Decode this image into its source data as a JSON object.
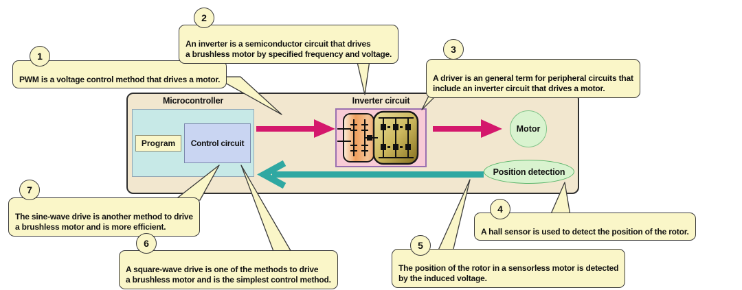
{
  "diagram": {
    "labels": {
      "microcontroller": "Microcontroller",
      "program": "Program",
      "control_circuit": "Control circuit",
      "inverter_circuit": "Inverter circuit",
      "motor": "Motor",
      "position_detection": "Position detection"
    },
    "callouts": [
      {
        "number": "1",
        "text": "PWM is a voltage control method that drives a motor."
      },
      {
        "number": "2",
        "text": "An inverter is a semiconductor circuit that drives\na brushless motor by specified frequency and voltage."
      },
      {
        "number": "3",
        "text": "A driver is an general term for peripheral circuits that\ninclude an inverter circuit that drives a motor."
      },
      {
        "number": "4",
        "text": "A hall sensor is used to detect the position of the rotor."
      },
      {
        "number": "5",
        "text": "The position of the rotor in a sensorless motor is detected\nby the induced voltage."
      },
      {
        "number": "6",
        "text": "A square-wave drive is one of the methods to drive\na brushless motor and is the simplest control method."
      },
      {
        "number": "7",
        "text": "The sine-wave drive is another method to drive\na brushless motor and is more efficient."
      }
    ],
    "colors": {
      "callout_fill": "#FAF6C8",
      "callout_border": "#3A3A3A",
      "panel_fill": "#F2E7CF",
      "microcontroller_fill": "#C7E9E7",
      "control_circuit_fill": "#C9D5F2",
      "program_fill": "#FAF6C8",
      "inverter_panel_fill": "#F8CBD6",
      "inverter_panel_border": "#9A6FB0",
      "motor_fill": "#D9F3CF",
      "motor_border": "#7FC488",
      "forward_arrow": "#D4186C",
      "feedback_arrow": "#2FA8A2"
    }
  }
}
